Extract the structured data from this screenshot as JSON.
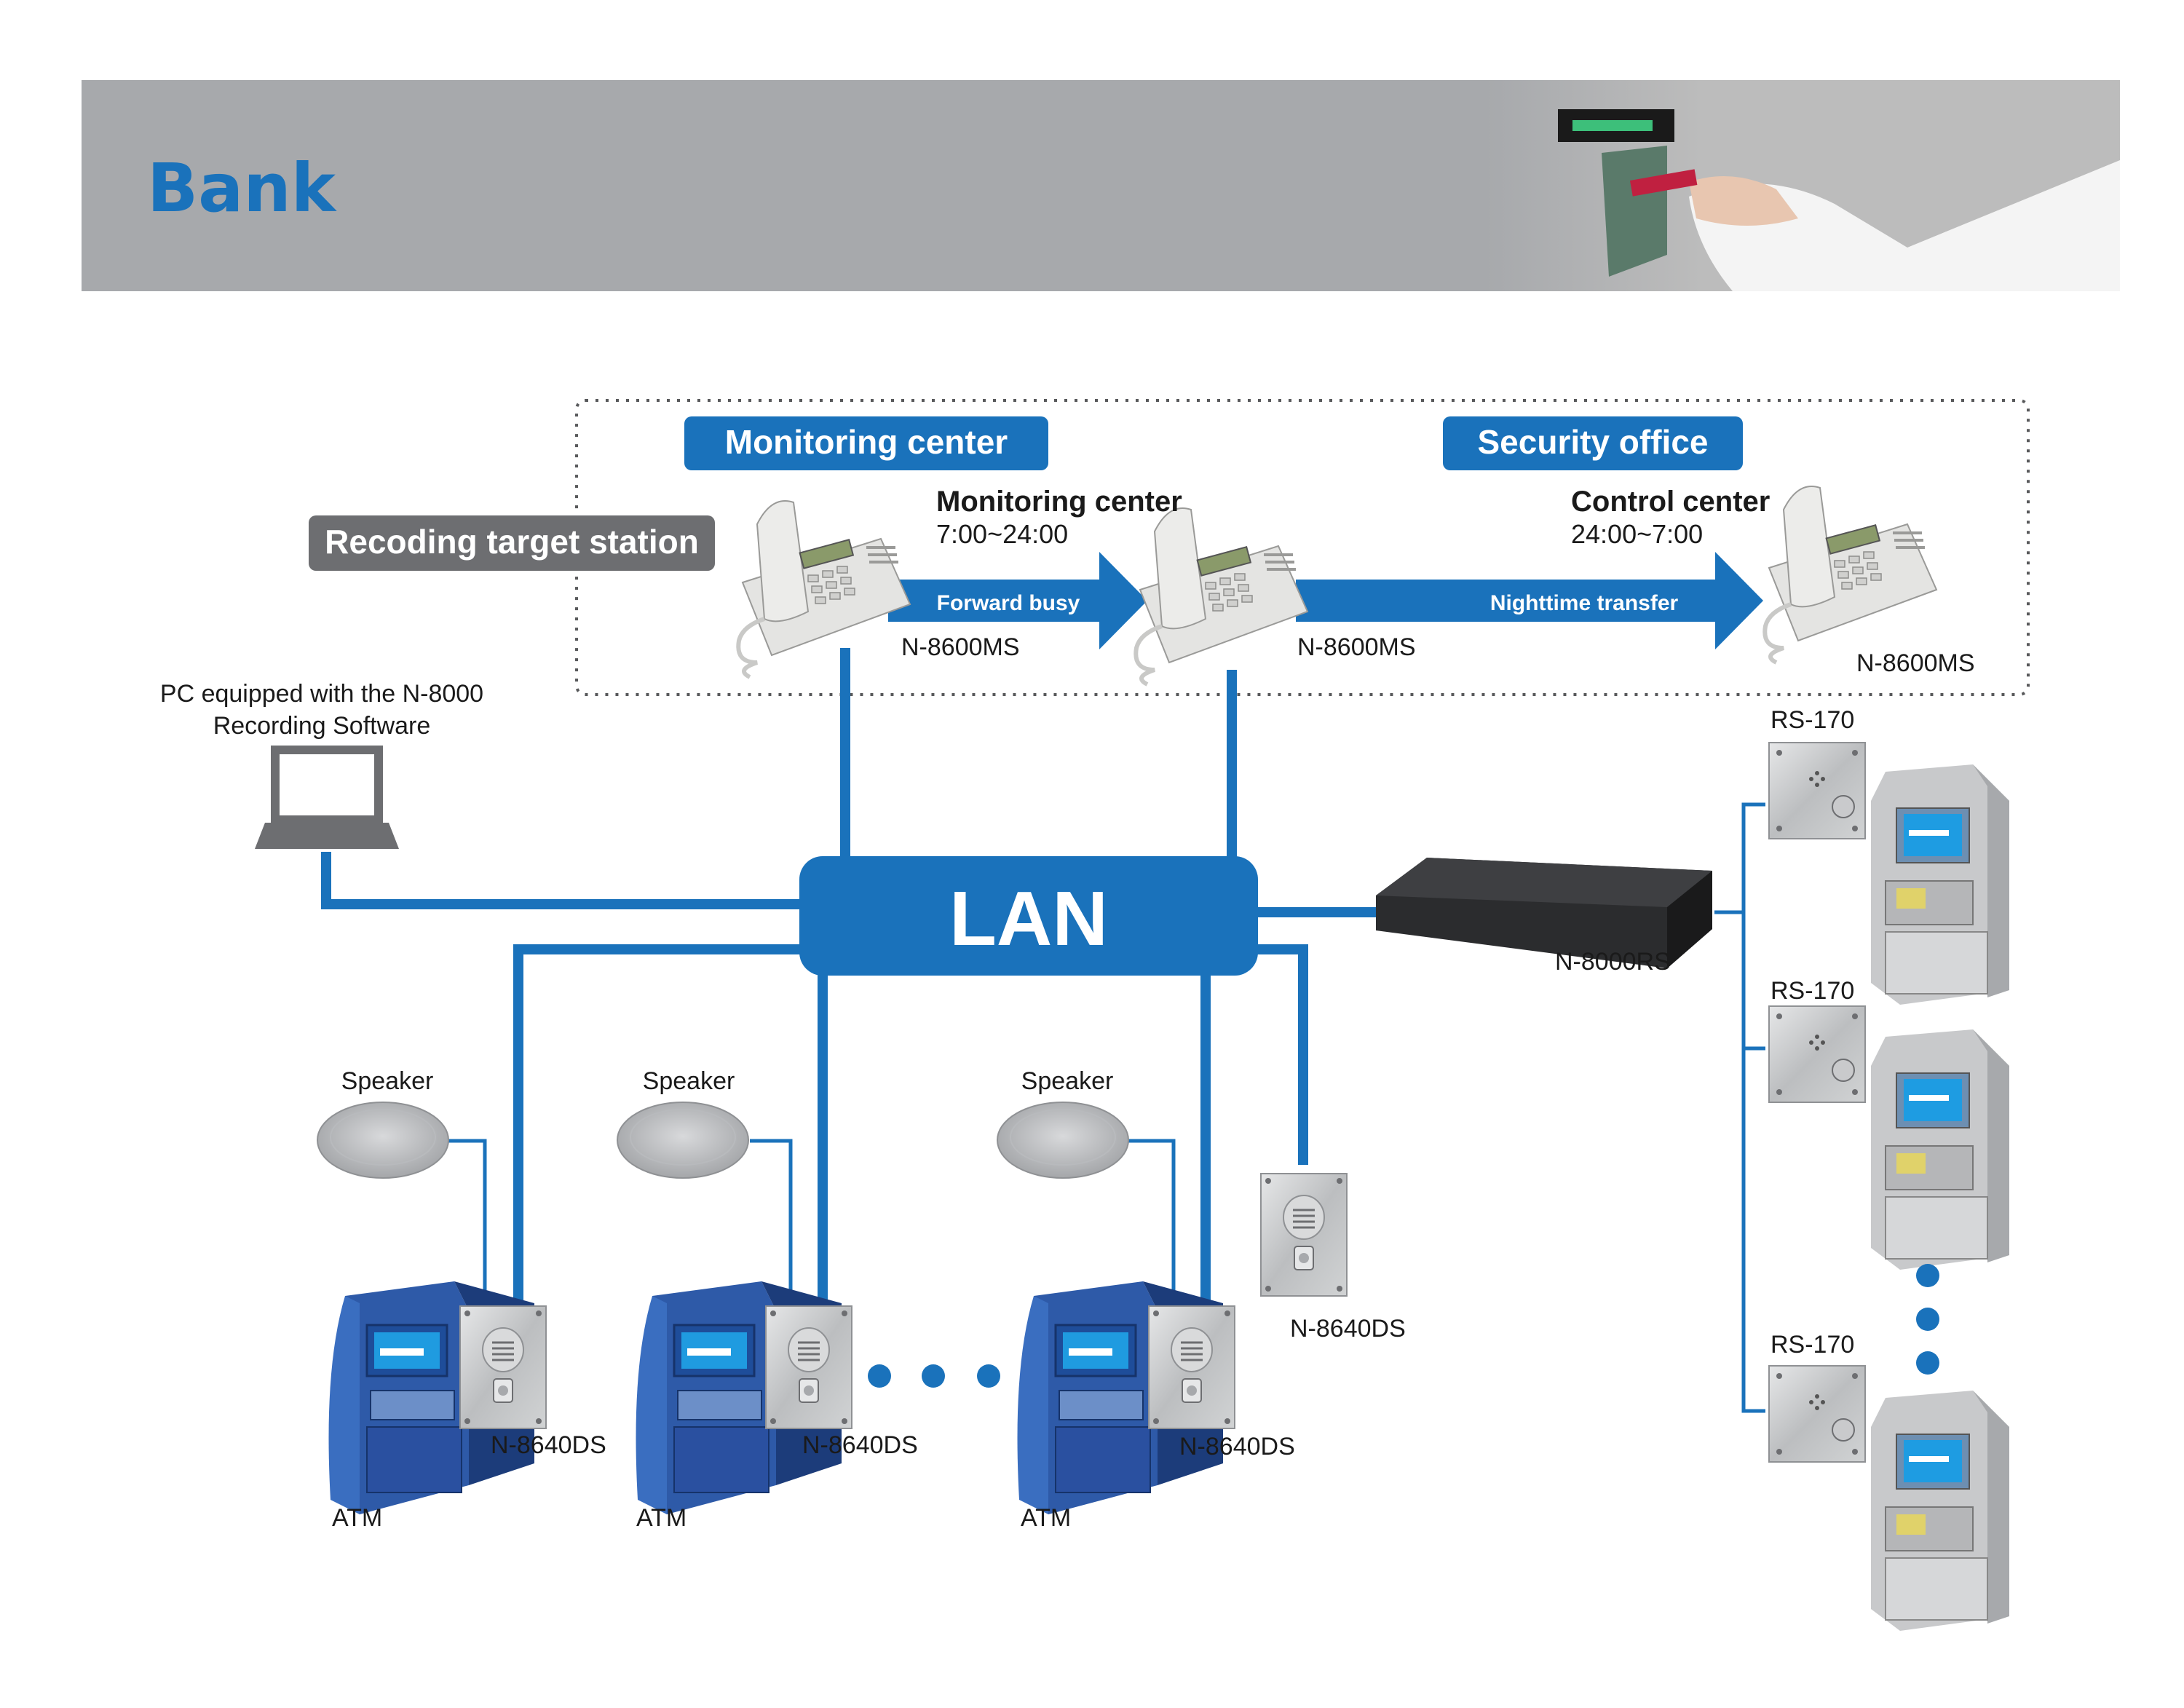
{
  "header": {
    "title": "Bank"
  },
  "labels": {
    "recording_target": "Recoding target station",
    "monitoring_center_tag": "Monitoring center",
    "security_office_tag": "Security office",
    "monitoring_center_title": "Monitoring center",
    "monitoring_center_hours": "7:00~24:00",
    "control_center_title": "Control center",
    "control_center_hours": "24:00~7:00",
    "forward_busy": "Forward busy",
    "nighttime_transfer": "Nighttime transfer",
    "phone_model_1": "N-8600MS",
    "phone_model_2": "N-8600MS",
    "phone_model_3": "N-8600MS",
    "pc_line1": "PC equipped with the N-8000",
    "pc_line2": "Recording Software",
    "lan": "LAN",
    "rs_unit": "N-8000RS",
    "rs170_1": "RS-170",
    "rs170_2": "RS-170",
    "rs170_3": "RS-170",
    "speaker_1": "Speaker",
    "speaker_2": "Speaker",
    "speaker_3": "Speaker",
    "ds_1": "N-8640DS",
    "ds_2": "N-8640DS",
    "ds_3": "N-8640DS",
    "ds_4": "N-8640DS",
    "atm_1": "ATM",
    "atm_2": "ATM",
    "atm_3": "ATM"
  },
  "colors": {
    "brand_blue": "#1a72bb",
    "header_gray": "#a7a9ac",
    "tag_gray": "#6d6e71",
    "line_blue": "#1a72bb"
  }
}
